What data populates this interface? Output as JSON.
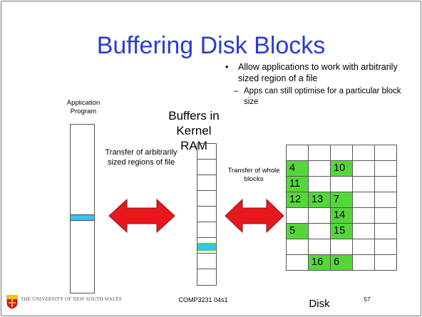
{
  "slide": {
    "title": "Buffering Disk Blocks",
    "bullet1": "Allow applications to work with arbitrarily sized region of a file",
    "bullet2": "Apps can still optimise for a particular block size"
  },
  "labels": {
    "application": "Application Program",
    "buffers": "Buffers in Kernel RAM",
    "transfer_regions": "Transfer of arbitrarily sized regions of file",
    "transfer_blocks": "Transfer of whole blocks",
    "disk": "Disk"
  },
  "buffer_cells": 9,
  "disk_grid": [
    [
      "",
      "",
      "",
      "",
      ""
    ],
    [
      "4",
      "",
      "10",
      "",
      ""
    ],
    [
      "11",
      "",
      "",
      "",
      ""
    ],
    [
      "12",
      "13",
      "7",
      "",
      ""
    ],
    [
      "",
      "",
      "14",
      "",
      ""
    ],
    [
      "5",
      "",
      "15",
      "",
      ""
    ],
    [
      "",
      "",
      "",
      "",
      ""
    ],
    [
      "",
      "16",
      "6",
      "",
      ""
    ]
  ],
  "colors": {
    "title": "#2b3cd0",
    "green": "#55d73b",
    "cyan": "#33c7ee",
    "arrow": "#e8171b"
  },
  "footer": {
    "course": "COMP3231 04s1",
    "page": "57",
    "university": "THE UNIVERSITY OF NEW SOUTH WALES"
  }
}
